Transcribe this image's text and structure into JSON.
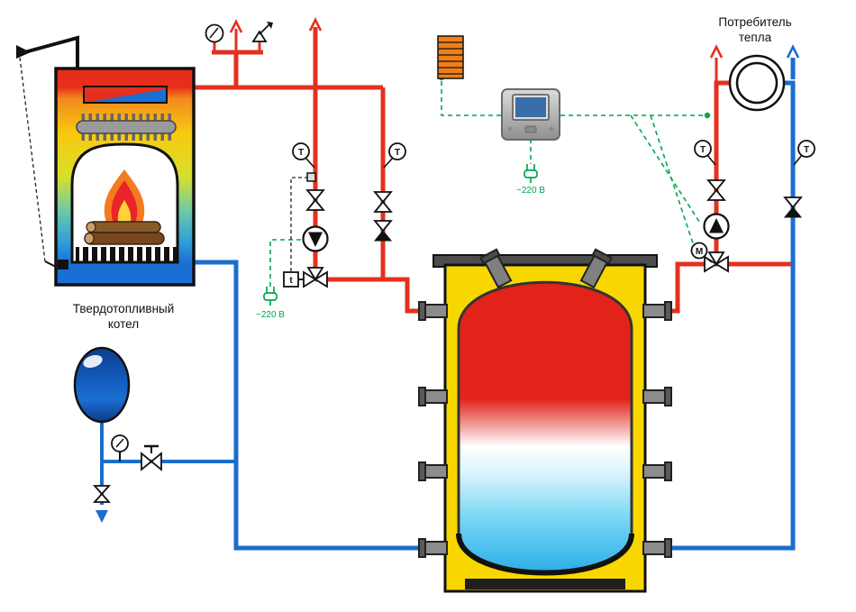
{
  "labels": {
    "boiler": {
      "l1": "Твердотопливный",
      "l2": "котел"
    },
    "consumer": {
      "l1": "Потребитель",
      "l2": "тепла"
    }
  },
  "annotations": {
    "thermometer": "T",
    "motor_valve": "M",
    "thermo_valve": "t",
    "power_left": "~220 В",
    "power_center": "~220 В"
  },
  "colors": {
    "hot_pipe": "#e4301e",
    "cold_pipe": "#1b6ecc",
    "electric": "#00a651",
    "tank_insulation": "#f8d700",
    "tank_hot": "#e2231a",
    "tank_cold": "#2aaee6",
    "radiator": "#f07f1a",
    "expansion_tank": "#1255b4"
  }
}
